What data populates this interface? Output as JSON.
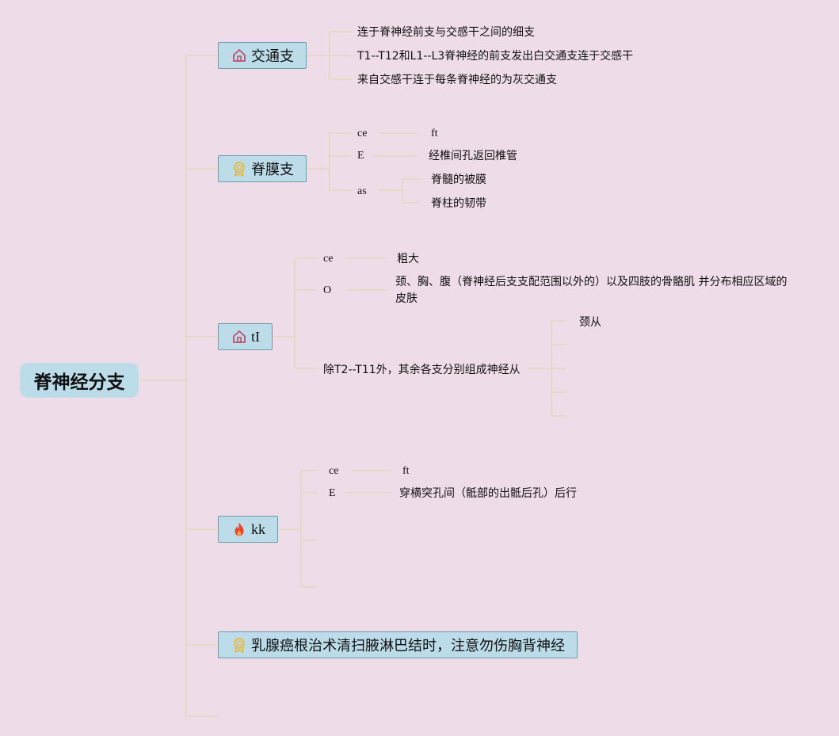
{
  "root": {
    "label": "脊神经分支"
  },
  "branches": [
    {
      "label": "交通支",
      "icon": "house-icon",
      "children": [
        "连于脊神经前支与交感干之间的细支",
        "T1--T12和L1--L3脊神经的前支发出白交通支连于交感干",
        "来自交感干连于每条脊神经的为灰交通支"
      ]
    },
    {
      "label": "脊膜支",
      "icon": "award-icon",
      "children": [
        {
          "label": "ce",
          "children": [
            "ft"
          ]
        },
        {
          "label": "E",
          "children": [
            "经椎间孔返回椎管"
          ]
        },
        {
          "label": "as",
          "children": [
            "脊髓的被膜",
            "脊柱的韧带"
          ]
        }
      ]
    },
    {
      "label": "tI",
      "icon": "house-icon",
      "children": [
        {
          "label": "ce",
          "children": [
            "粗大"
          ]
        },
        {
          "label": "O",
          "children": [
            "颈、胸、腹（脊神经后支支配范围以外的）以及四肢的骨骼肌 并分布相应区域的皮肤"
          ]
        },
        {
          "label": "除T2--T11外，其余各支分别组成神经从",
          "children": [
            "颈从"
          ]
        }
      ]
    },
    {
      "label": "kk",
      "icon": "fire-icon",
      "children": [
        {
          "label": "ce",
          "children": [
            "ft"
          ]
        },
        {
          "label": "E",
          "children": [
            "穿横突孔间（骶部的出骶后孔）后行"
          ]
        }
      ]
    },
    {
      "label": "乳腺癌根治术清扫腋淋巴结时，注意勿伤胸背神经",
      "icon": "award-icon"
    }
  ],
  "colors": {
    "background": "#eedde9",
    "node_fill": "#bcdcea",
    "node_border": "#6f9aa8",
    "connector": "#e6d6bc",
    "house_icon": "#c0506e",
    "award_icon": "#e9b63a",
    "fire_icon": "#e8432c"
  }
}
